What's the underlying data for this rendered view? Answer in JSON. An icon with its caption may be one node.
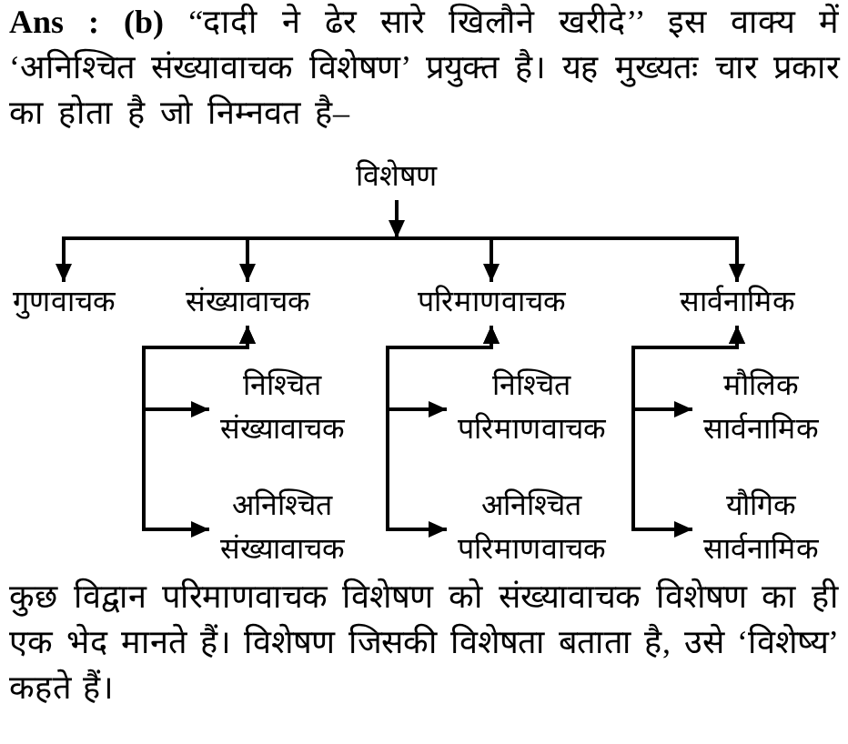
{
  "diagram": {
    "nodes": [
      {
        "text": [
          "विशेषण"
        ]
      },
      {
        "text": [
          "गुणवाचक"
        ]
      },
      {
        "text": [
          "संख्यावाचक"
        ]
      },
      {
        "text": [
          "परिमाणवाचक"
        ]
      },
      {
        "text": [
          "सार्वनामिक"
        ]
      },
      {
        "text": [
          "निश्चित संख्यावाचक"
        ]
      },
      {
        "text": [
          "अनिश्चित संख्यावाचक"
        ]
      },
      {
        "text": [
          "निश्चित परिमाणवाचक"
        ]
      },
      {
        "text": [
          "अनिश्चित परिमाणवाचक"
        ]
      },
      {
        "text": [
          "मौलिक सार्वनामिक"
        ]
      },
      {
        "text": [
          "यौगिक सार्वनामिक"
        ]
      }
    ],
    "edges": [
      {
        "from": 0,
        "to": 1,
        "arrow": "to"
      },
      {
        "from": 0,
        "to": 2,
        "arrow": "to"
      },
      {
        "from": 0,
        "to": 3,
        "arrow": "to"
      },
      {
        "from": 0,
        "to": 4,
        "arrow": "to"
      },
      {
        "from": 2,
        "to": 5,
        "arrow": "both"
      },
      {
        "from": 2,
        "to": 6,
        "arrow": "both"
      },
      {
        "from": 3,
        "to": 7,
        "arrow": "both"
      },
      {
        "from": 3,
        "to": 8,
        "arrow": "both"
      },
      {
        "from": 4,
        "to": 9,
        "arrow": "both"
      },
      {
        "from": 4,
        "to": 10,
        "arrow": "both"
      }
    ],
    "labels": [
      "**Ans : (b)** “दादी ने ढेर सारे खिलौने खरीदे’’ इस वाक्य में ‘अनिश्चित संख्यावाचक विशेषण’ प्रयुक्त है। यह मुख्यतः चार प्रकार का होता है जो निम्नवत है–",
      "कुछ विद्वान परिमाणवाचक विशेषण को संख्यावाचक विशेषण का ही एक भेद मानते हैं। विशेषण जिसकी विशेषता बताता है, उसे ‘विशेष्य’ कहते हैं।"
    ]
  }
}
